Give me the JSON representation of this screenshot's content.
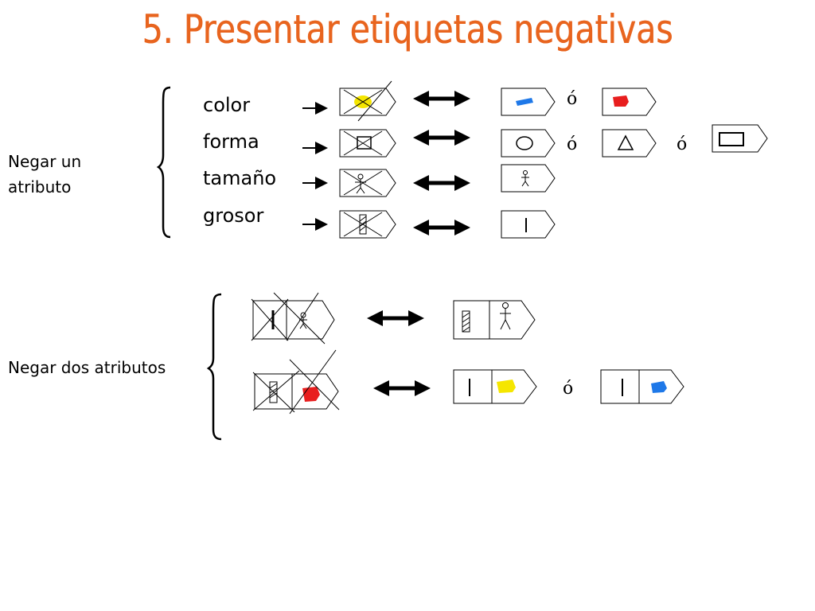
{
  "title": "5. Presentar etiquetas negativas",
  "sections": {
    "one": {
      "label_line1": "Negar un",
      "label_line2": "atributo"
    },
    "two": {
      "label": "Negar dos atributos"
    }
  },
  "attributes": [
    "color",
    "forma",
    "tamaño",
    "grosor"
  ],
  "or_word": "ó",
  "colors": {
    "title": "#e8641e",
    "yellow": "#f5e600",
    "blue": "#1e78e8",
    "red": "#e81e1e"
  }
}
